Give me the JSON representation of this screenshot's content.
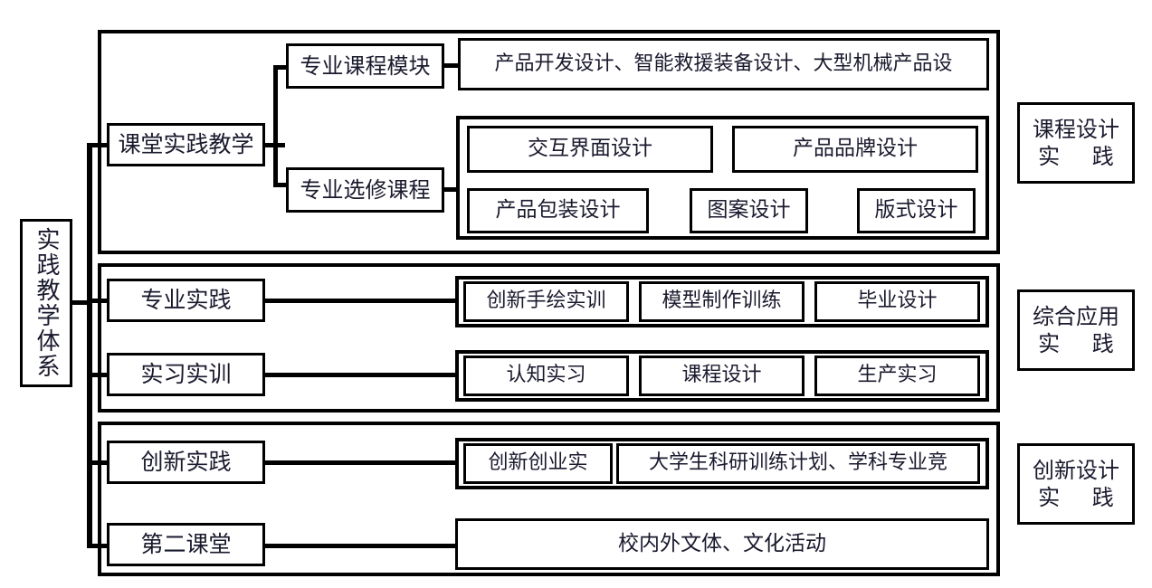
{
  "root": {
    "label": "实践教学体系"
  },
  "sections": [
    {
      "id": "classroom",
      "category_label_line1": "课程设计",
      "category_label_line2": "实   践",
      "branches": [
        {
          "label": "课堂实践教学",
          "children": [
            {
              "label": "专业课程模块",
              "items": [
                "产品开发设计、智能救援装备设计、大型机械产品设"
              ]
            },
            {
              "label": "专业选修课程",
              "items": [
                "交互界面设计",
                "产品品牌设计",
                "产品包装设计",
                "图案设计",
                "版式设计"
              ]
            }
          ]
        }
      ]
    },
    {
      "id": "comprehensive",
      "category_label_line1": "综合应用",
      "category_label_line2": "实   践",
      "branches": [
        {
          "label": "专业实践",
          "items": [
            "创新手绘实训",
            "模型制作训练",
            "毕业设计"
          ]
        },
        {
          "label": "实习实训",
          "items": [
            "认知实习",
            "课程设计",
            "生产实习"
          ]
        }
      ]
    },
    {
      "id": "innovation",
      "category_label_line1": "创新设计",
      "category_label_line2": "实   践",
      "branches": [
        {
          "label": "创新实践",
          "items": [
            "创新创业实",
            "大学生科研训练计划、学科专业竞"
          ]
        },
        {
          "label": "第二课堂",
          "items": [
            "校内外文体、文化活动"
          ]
        }
      ]
    }
  ],
  "colors": {
    "line": "#000000",
    "background": "#ffffff",
    "text": "#1a1a2e"
  }
}
